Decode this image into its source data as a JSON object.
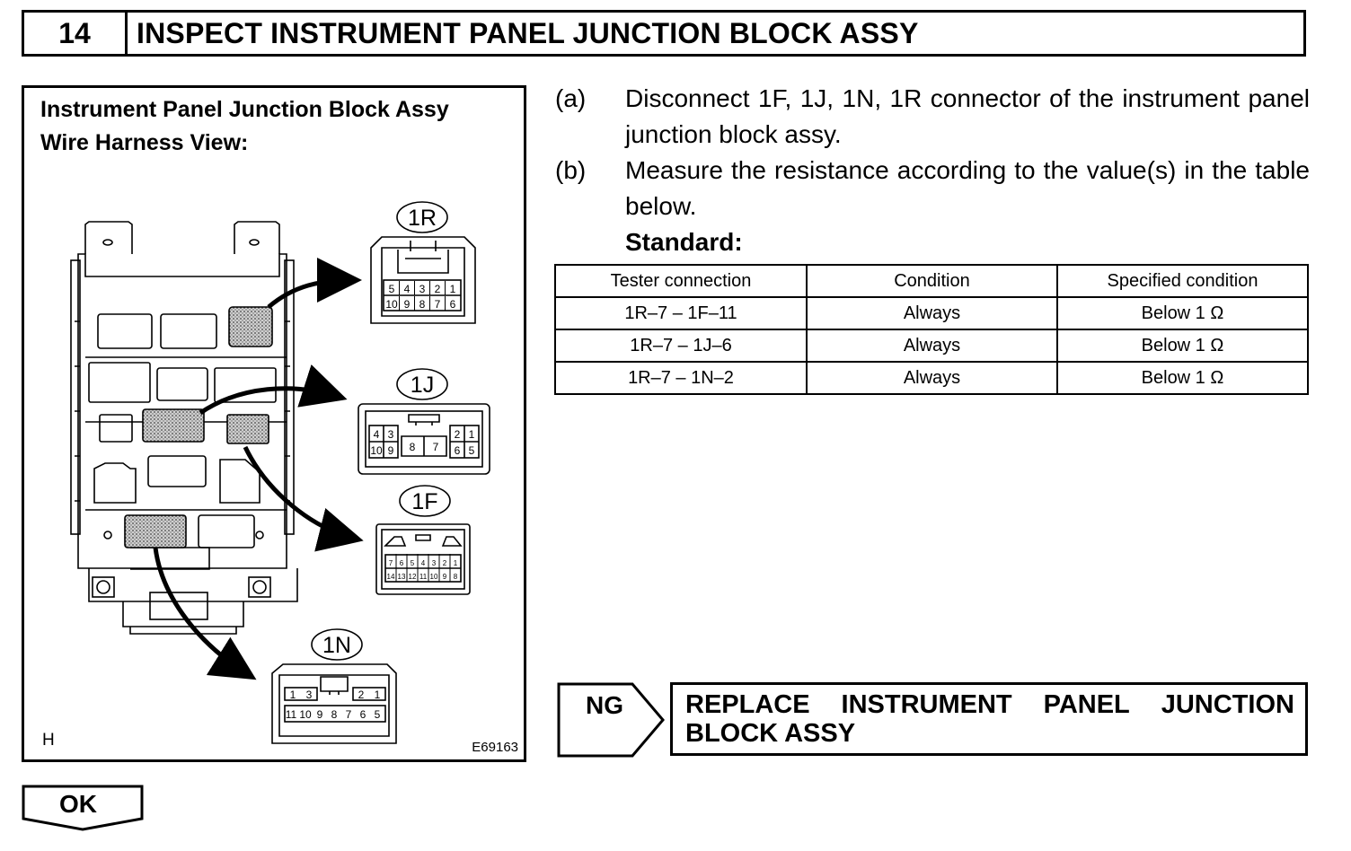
{
  "header": {
    "step_number": "14",
    "title": "INSPECT INSTRUMENT PANEL JUNCTION BLOCK ASSY"
  },
  "figure": {
    "title_line1": "Instrument Panel Junction Block Assy",
    "title_line2": "Wire Harness View:",
    "letter": "H",
    "code": "E69163",
    "connectors": {
      "c1R": {
        "label": "1R",
        "top": [
          "5",
          "4",
          "3",
          "2",
          "1"
        ],
        "bottom": [
          "10",
          "9",
          "8",
          "7",
          "6"
        ]
      },
      "c1J": {
        "label": "1J",
        "top": [
          "4",
          "3",
          "2",
          "1"
        ],
        "mid": [
          "8",
          "7"
        ],
        "bottom": [
          "10",
          "9",
          "6",
          "5"
        ]
      },
      "c1F": {
        "label": "1F",
        "top": [
          "7",
          "6",
          "5",
          "4",
          "3",
          "2",
          "1"
        ],
        "bottom": [
          "14",
          "13",
          "12",
          "11",
          "10",
          "9",
          "8"
        ]
      },
      "c1N": {
        "label": "1N",
        "top": [
          "1",
          "3",
          "2",
          "1"
        ],
        "bottom": [
          "11",
          "10",
          "9",
          "8",
          "7",
          "6",
          "5"
        ]
      }
    }
  },
  "instructions": {
    "a_label": "(a)",
    "a_text": "Disconnect 1F, 1J, 1N, 1R connector of the instrument panel junction block assy.",
    "b_label": "(b)",
    "b_text": "Measure the resistance according to the value(s) in the table below.",
    "standard": "Standard:"
  },
  "table": {
    "headers": [
      "Tester connection",
      "Condition",
      "Specified condition"
    ],
    "rows": [
      [
        "1R–7 – 1F–11",
        "Always",
        "Below 1 Ω"
      ],
      [
        "1R–7 – 1J–6",
        "Always",
        "Below 1 Ω"
      ],
      [
        "1R–7 – 1N–2",
        "Always",
        "Below 1 Ω"
      ]
    ]
  },
  "ng": {
    "label": "NG",
    "action_w1": "REPLACE",
    "action_w2": "INSTRUMENT",
    "action_w3": "PANEL",
    "action_w4": "JUNCTION",
    "action_line2": "BLOCK ASSY"
  },
  "ok": {
    "label": "OK"
  }
}
